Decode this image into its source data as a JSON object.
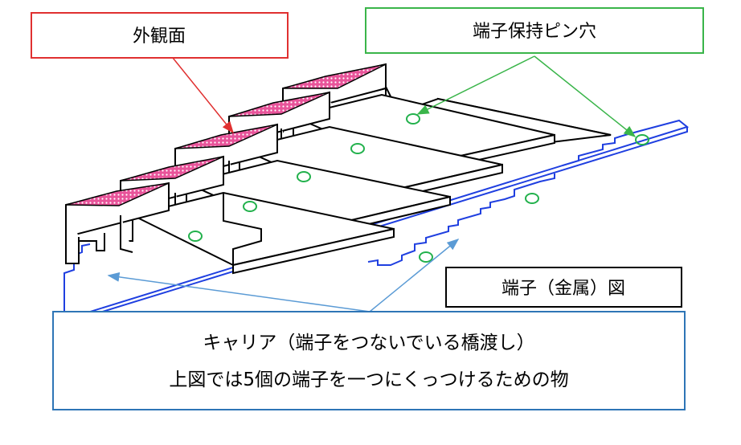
{
  "labels": {
    "exterior_surface": "外観面",
    "holding_pin_hole": "端子保持ピン穴",
    "terminal_figure": "端子（金属）図",
    "carrier_line1": "キャリア（端子をつないでいる橋渡し）",
    "carrier_line2": "上図では5個の端子を一つにくっつけるための物"
  },
  "colors": {
    "exterior_box": "#E03030",
    "pin_box": "#3AB54A",
    "carrier_box": "#2E75B6",
    "carrier_outline": "#1F3FE0",
    "pink_surface": "#E8549A",
    "pin_hole": "#22B14C",
    "arrow_blue": "#5B9BD5"
  },
  "terminal_count": 5
}
